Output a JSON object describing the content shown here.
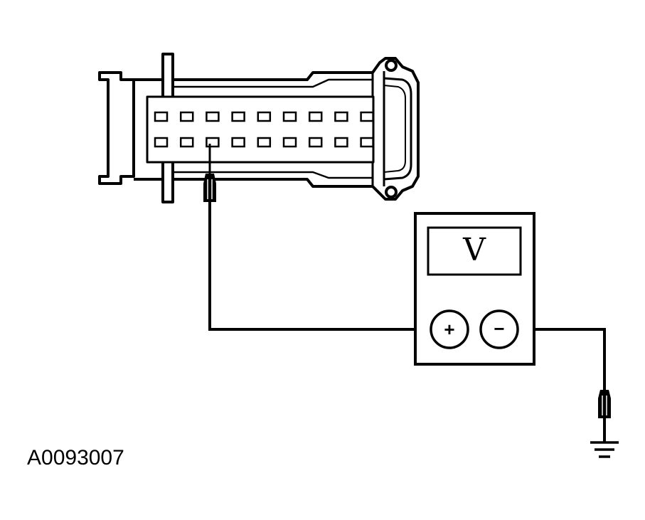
{
  "figure": {
    "reference_id": "A0093007"
  },
  "meter": {
    "display_text": "V",
    "positive_terminal": "+",
    "negative_terminal": "−"
  },
  "connector": {
    "rows": 2,
    "pins_per_row": 9,
    "probed_pin": "row 2, pin 3"
  },
  "colors": {
    "line": "#000000",
    "background": "#ffffff"
  }
}
